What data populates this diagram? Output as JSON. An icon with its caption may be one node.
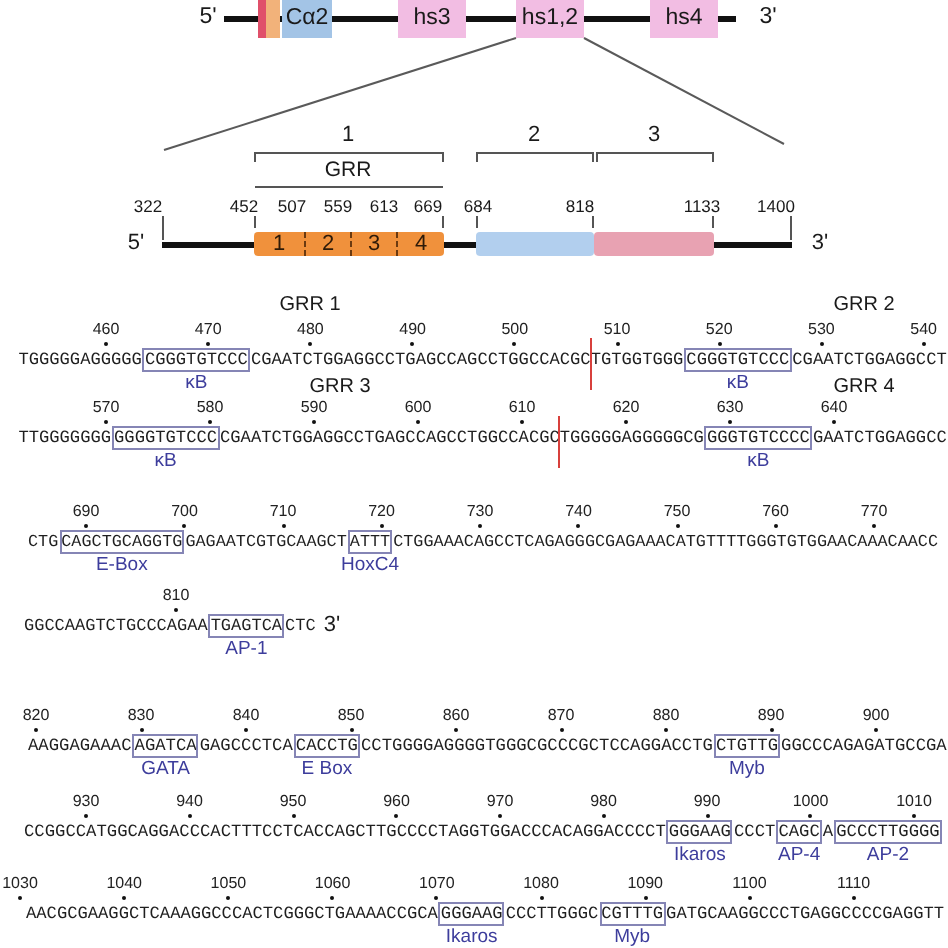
{
  "diagram": {
    "nodes": [
      {
        "text": [],
        "shape": "bar"
      },
      {
        "text": [],
        "shape": "bar"
      },
      {
        "text": [
          "Cα2"
        ]
      },
      {
        "text": [
          "hs3"
        ]
      },
      {
        "text": [
          "hs1,2"
        ]
      },
      {
        "text": [
          "hs4"
        ]
      },
      {
        "text": [],
        "shape": "box"
      },
      {
        "text": [
          "1"
        ],
        "in": 6
      },
      {
        "text": [
          "2"
        ],
        "in": 6
      },
      {
        "text": [
          "3"
        ],
        "in": 6
      },
      {
        "text": [
          "4"
        ],
        "in": 6
      },
      {
        "text": [],
        "shape": "box"
      },
      {
        "text": [],
        "shape": "box"
      },
      {
        "text": [
          "CGGGTGTCCC"
        ],
        "beside": [
          "κB"
        ]
      },
      {
        "text": [
          "CGGGTGTCCC"
        ],
        "beside": [
          "κB"
        ]
      },
      {
        "text": [
          "GGGGTGTCCC"
        ],
        "beside": [
          "κB"
        ]
      },
      {
        "text": [
          "GGGTGTCCCC"
        ],
        "beside": [
          "κB"
        ]
      },
      {
        "text": [
          "CAGCTGCAGGTG"
        ],
        "beside": [
          "E-Box"
        ]
      },
      {
        "text": [
          "ATTT"
        ],
        "beside": [
          "HoxC4"
        ]
      },
      {
        "text": [
          "TGAGTCA"
        ],
        "beside": [
          "AP-1"
        ]
      },
      {
        "text": [
          "AGATCA"
        ],
        "beside": [
          "GATA"
        ]
      },
      {
        "text": [
          "CACCTG"
        ],
        "beside": [
          "E Box"
        ]
      },
      {
        "text": [
          "CTGTTG"
        ],
        "beside": [
          "Myb"
        ]
      },
      {
        "text": [
          "GGGAAG"
        ],
        "beside": [
          "Ikaros"
        ]
      },
      {
        "text": [
          "CAGC"
        ],
        "beside": [
          "AP-4"
        ]
      },
      {
        "text": [
          "GCCCTTGGGG"
        ],
        "beside": [
          "AP-2"
        ]
      },
      {
        "text": [
          "GGGAAG"
        ],
        "beside": [
          "Ikaros"
        ]
      },
      {
        "text": [
          "CGTTTG"
        ],
        "beside": [
          "Myb"
        ]
      }
    ],
    "edges": [
      {
        "from": 4,
        "to": null,
        "arrow": "none"
      },
      {
        "from": 4,
        "to": null,
        "arrow": "none"
      }
    ],
    "labels": [
      "5'",
      "3'",
      "1",
      "2",
      "3",
      "GRR",
      "322",
      "452",
      "507",
      "559",
      "613",
      "669",
      "684",
      "818",
      "1133",
      "1400",
      "5'",
      "3'",
      "GRR 1",
      "GRR 2",
      "460",
      "470",
      "480",
      "490",
      "500",
      "510",
      "520",
      "530",
      "540",
      "TGGGGGAGGGGG",
      "CGAATCTGGAGGCCTGAGCCAGCCTGGCCACGC",
      "TGTGGTGGG",
      "CGAATCTGGAGGCCT",
      "GRR 3",
      "GRR 4",
      "570",
      "580",
      "590",
      "600",
      "610",
      "620",
      "630",
      "640",
      "TTGGGGGGG",
      "CGAATCTGGAGGCCTGAGCCAGCCTGGCCACGC",
      "TGGGGGAGGGGGCG",
      "GAATCTGGAGGCC",
      "690",
      "700",
      "710",
      "720",
      "730",
      "740",
      "750",
      "760",
      "770",
      "CTG",
      "GAGAATCGTGCAAGCT",
      "CTGGAAACAGCCTCAGAGGGCGAGAAACATGTTTTGGGTGTGGAACAAACAACC",
      "810",
      "GGCCAAGTCTGCCCAGAA",
      "CTC",
      "3'",
      "820",
      "830",
      "840",
      "850",
      "860",
      "870",
      "880",
      "890",
      "900",
      "AAGGAGAAAC",
      "GAGCCCTCA",
      "CCTGGGGAGGGGTGGGCGCCCGCTCCAGGACCTG",
      "GGCCCAGAGATGCCGA",
      "930",
      "940",
      "950",
      "960",
      "970",
      "980",
      "990",
      "1000",
      "1010",
      "CCGGCCATGGCAGGACCCACTTTCCTCACCAGCTTGCCCCTAGGTGGACCCACAGGACCCCT",
      "CCCT",
      "A",
      "1030",
      "1040",
      "1050",
      "1060",
      "1070",
      "1080",
      "1090",
      "1100",
      "1110",
      "AACGCGAAGGCTCAAAGGCCCACTCGGGCTGAAAACCGCA",
      "CCCTTGGGC",
      "GATGCAAGGCCCTGAGGCCCCGAGGTT"
    ]
  }
}
